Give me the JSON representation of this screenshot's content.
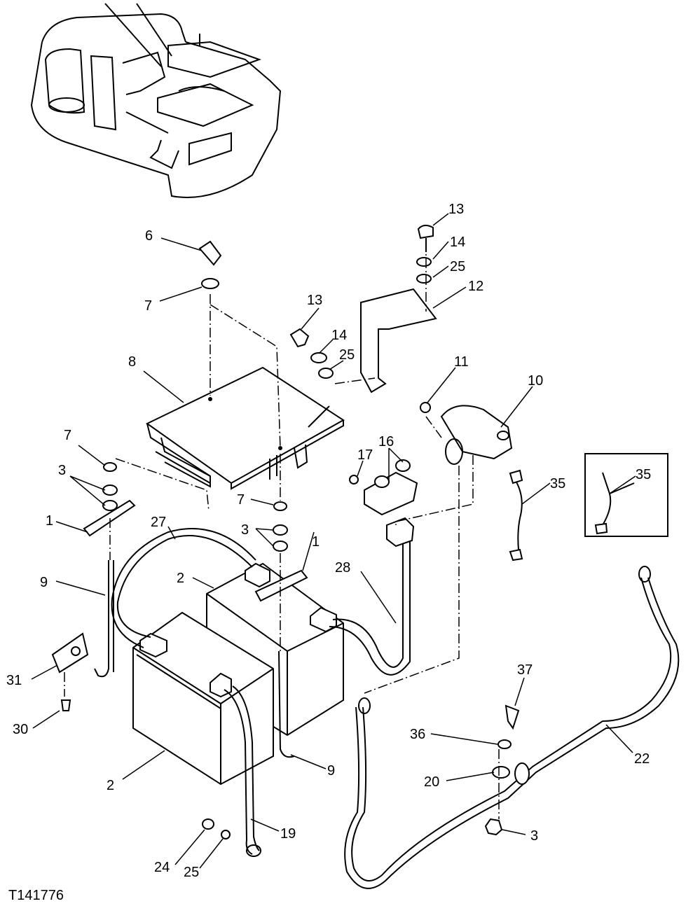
{
  "figure_id": "T141776",
  "callouts": {
    "c1a": "1",
    "c1b": "1",
    "c2a": "2",
    "c2b": "2",
    "c3a": "3",
    "c3b": "3",
    "c3c": "3",
    "c6": "6",
    "c7a": "7",
    "c7b": "7",
    "c7c": "7",
    "c8": "8",
    "c9a": "9",
    "c9b": "9",
    "c10": "10",
    "c11": "11",
    "c12": "12",
    "c13a": "13",
    "c13b": "13",
    "c14a": "14",
    "c14b": "14",
    "c16": "16",
    "c17": "17",
    "c19": "19",
    "c20": "20",
    "c22": "22",
    "c24": "24",
    "c25a": "25",
    "c25b": "25",
    "c25c": "25",
    "c27": "27",
    "c28": "28",
    "c30": "30",
    "c31": "31",
    "c35a": "35",
    "c35b": "35",
    "c36": "36",
    "c37": "37"
  }
}
